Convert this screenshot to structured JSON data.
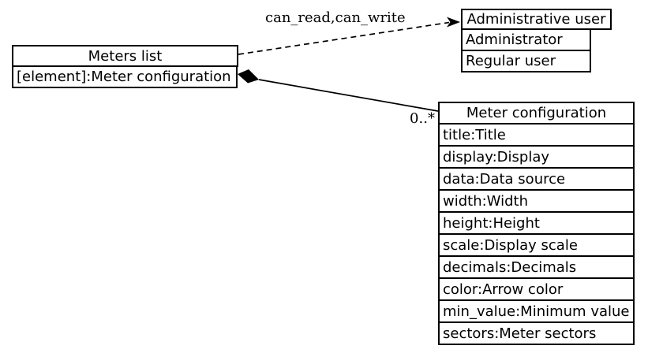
{
  "colors": {
    "background": "#ffffff",
    "stroke": "#000000",
    "node_fill": "#ffffff",
    "text": "#000000"
  },
  "nodes": {
    "meters_list": {
      "title": "Meters list",
      "attributes": [
        "[element]:Meter configuration"
      ]
    },
    "administrative_user": {
      "title": "Administrative user",
      "attributes": [
        "Administrator",
        "Regular user"
      ]
    },
    "meter_configuration": {
      "title": "Meter configuration",
      "attributes": [
        "title:Title",
        "display:Display",
        "data:Data source",
        "width:Width",
        "height:Height",
        "scale:Display scale",
        "decimals:Decimals",
        "color:Arrow color",
        "min_value:Minimum value",
        "sectors:Meter sectors"
      ]
    }
  },
  "edges": {
    "permission": {
      "label": "can_read,can_write",
      "style": "dashed",
      "from": "Meters list",
      "to": "Administrative user"
    },
    "composition": {
      "multiplicity": "0..*",
      "style": "solid-diamond",
      "from": "[element]:Meter configuration",
      "to": "Meter configuration"
    }
  }
}
